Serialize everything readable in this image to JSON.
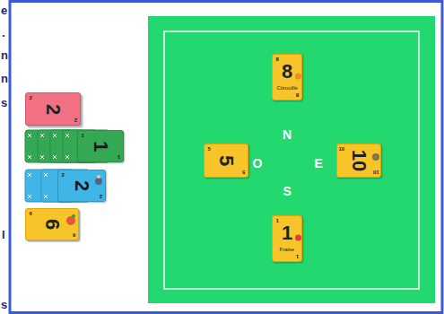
{
  "diagram": {
    "nodes": [
      {
        "text": [
          "2",
          "2",
          "2"
        ]
      },
      {
        "text": [
          "1",
          "1",
          "1"
        ]
      },
      {
        "text": [
          "2",
          "2",
          "2"
        ]
      },
      {
        "text": [
          "6",
          "6",
          "6"
        ]
      },
      {
        "text": [
          "N",
          "O",
          "E",
          "S"
        ]
      },
      {
        "text": [
          "8",
          "8",
          "Citrouille",
          "8"
        ],
        "in": 4
      },
      {
        "text": [
          "5",
          "5",
          "5"
        ],
        "in": 4
      },
      {
        "text": [
          "10",
          "10",
          "10"
        ],
        "in": 4
      },
      {
        "text": [
          "1",
          "1",
          "Fraise",
          "1"
        ],
        "in": 4
      }
    ],
    "labels": [
      "e",
      ".",
      "n",
      "n",
      "s",
      "l",
      "s"
    ]
  }
}
